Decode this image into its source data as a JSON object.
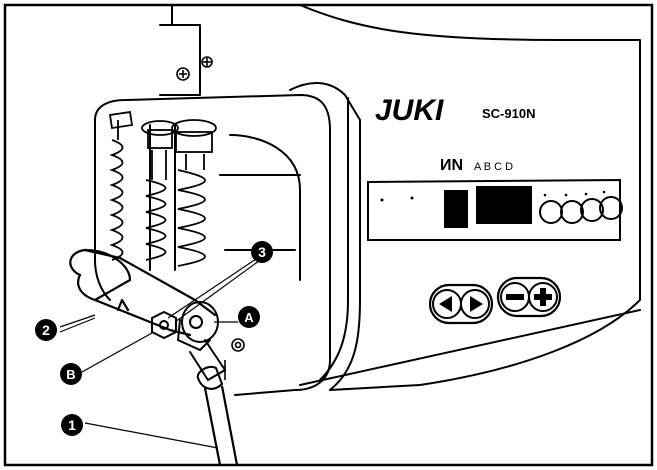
{
  "panel": {
    "brand": "JUKI",
    "model": "SC-910N",
    "mode_label": "ИN",
    "mode_letters": "A B C D"
  },
  "callouts": {
    "one": "1",
    "two": "2",
    "three": "3",
    "a": "A",
    "b": "B"
  },
  "icons": [
    "left-arrow-button-icon",
    "right-arrow-button-icon",
    "minus-button-icon",
    "plus-button-icon",
    "led-indicator-icon"
  ],
  "colors": {
    "ink": "#000000",
    "paper": "#ffffff"
  }
}
